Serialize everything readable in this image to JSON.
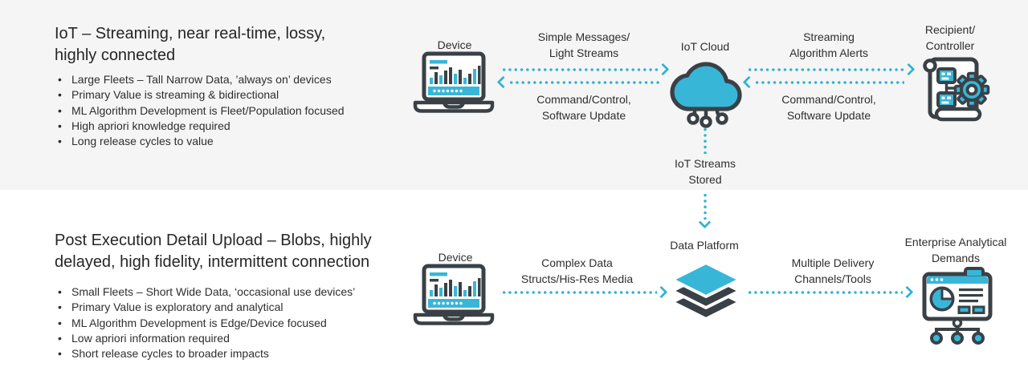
{
  "colors": {
    "accent": "#38B6D8",
    "outline": "#3A4146",
    "panel_top_bg": "#F5F5F6",
    "text": "#2D2D2D"
  },
  "left_panels": {
    "iot": {
      "title_lines": [
        "IoT – Streaming, near real-time, lossy,",
        "highly connected"
      ],
      "bullets": [
        "Large Fleets – Tall Narrow Data, ’always on’ devices",
        "Primary Value is streaming & bidirectional",
        "ML Algorithm Development is Fleet/Population focused",
        "High apriori knowledge required",
        "Long release cycles to value"
      ]
    },
    "post": {
      "title_lines": [
        "Post Execution Detail Upload – Blobs, highly",
        "delayed, high fidelity, intermittent connection"
      ],
      "bullets": [
        "Small Fleets – Short Wide Data, ‘occasional use devices’",
        "Primary Value is exploratory and analytical",
        "ML Algorithm Development is Edge/Device focused",
        "Low apriori information required",
        "Short release cycles to broader impacts"
      ]
    }
  },
  "flow_iot": {
    "device_label": "Device",
    "cloud_label": "IoT Cloud",
    "recipient_lines": [
      "Recipient/",
      "Controller"
    ],
    "to_cloud_lines": [
      "Simple Messages/",
      "Light Streams"
    ],
    "from_cloud_lines": [
      "Command/Control,",
      "Software Update"
    ],
    "to_recipient_lines": [
      "Streaming",
      "Algorithm Alerts"
    ],
    "from_recipient_lines": [
      "Command/Control,",
      "Software Update"
    ],
    "stored_lines": [
      "IoT Streams",
      "Stored"
    ]
  },
  "flow_post": {
    "device_label": "Device",
    "platform_label": "Data Platform",
    "enterprise_lines": [
      "Enterprise Analytical",
      "Demands"
    ],
    "upload_lines": [
      "Complex Data",
      "Structs/His-Res Media"
    ],
    "delivery_lines": [
      "Multiple Delivery",
      "Channels/Tools"
    ]
  },
  "icons": {
    "device": "laptop-analytics-icon",
    "iot_cloud": "iot-cloud-icon",
    "recipient": "scroll-gear-icon",
    "data_platform": "layered-stack-icon",
    "enterprise": "dashboard-tree-icon"
  }
}
